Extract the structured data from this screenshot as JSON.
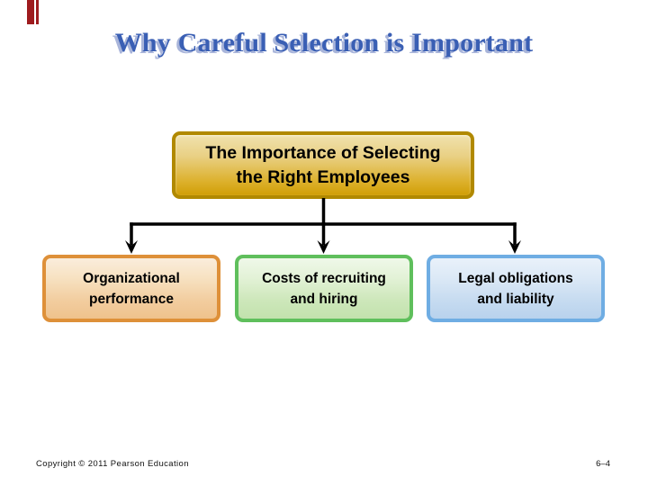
{
  "slide": {
    "title": "Why Careful Selection is Important",
    "title_color": "#3a5fb4",
    "title_shadow_color": "#a9b5da",
    "accent_bar_color": "#9e1b1e",
    "diagram": {
      "root_box": {
        "label": "The Importance of Selecting\nthe Right Employees",
        "border_color": "#b18900",
        "fill_top": "#f0e2ae",
        "fill_bottom": "#d09e06"
      },
      "child_boxes": [
        {
          "id": "organizational-performance",
          "label": "Organizational\nperformance",
          "border_color": "#de9039",
          "fill_top": "#faeddc",
          "fill_bottom": "#efc28c"
        },
        {
          "id": "costs-of-recruiting-and-hiring",
          "label": "Costs of recruiting\nand hiring",
          "border_color": "#5fbf5c",
          "fill_top": "#eff8e9",
          "fill_bottom": "#c2e2ad"
        },
        {
          "id": "legal-obligations-and-liability",
          "label": "Legal obligations\nand liability",
          "border_color": "#6fade3",
          "fill_top": "#e9f1fa",
          "fill_bottom": "#b8d2ed"
        }
      ],
      "connector_color": "#000000"
    },
    "footer": {
      "copyright": "Copyright © 2011 Pearson Education",
      "page_number": "6–4"
    }
  }
}
